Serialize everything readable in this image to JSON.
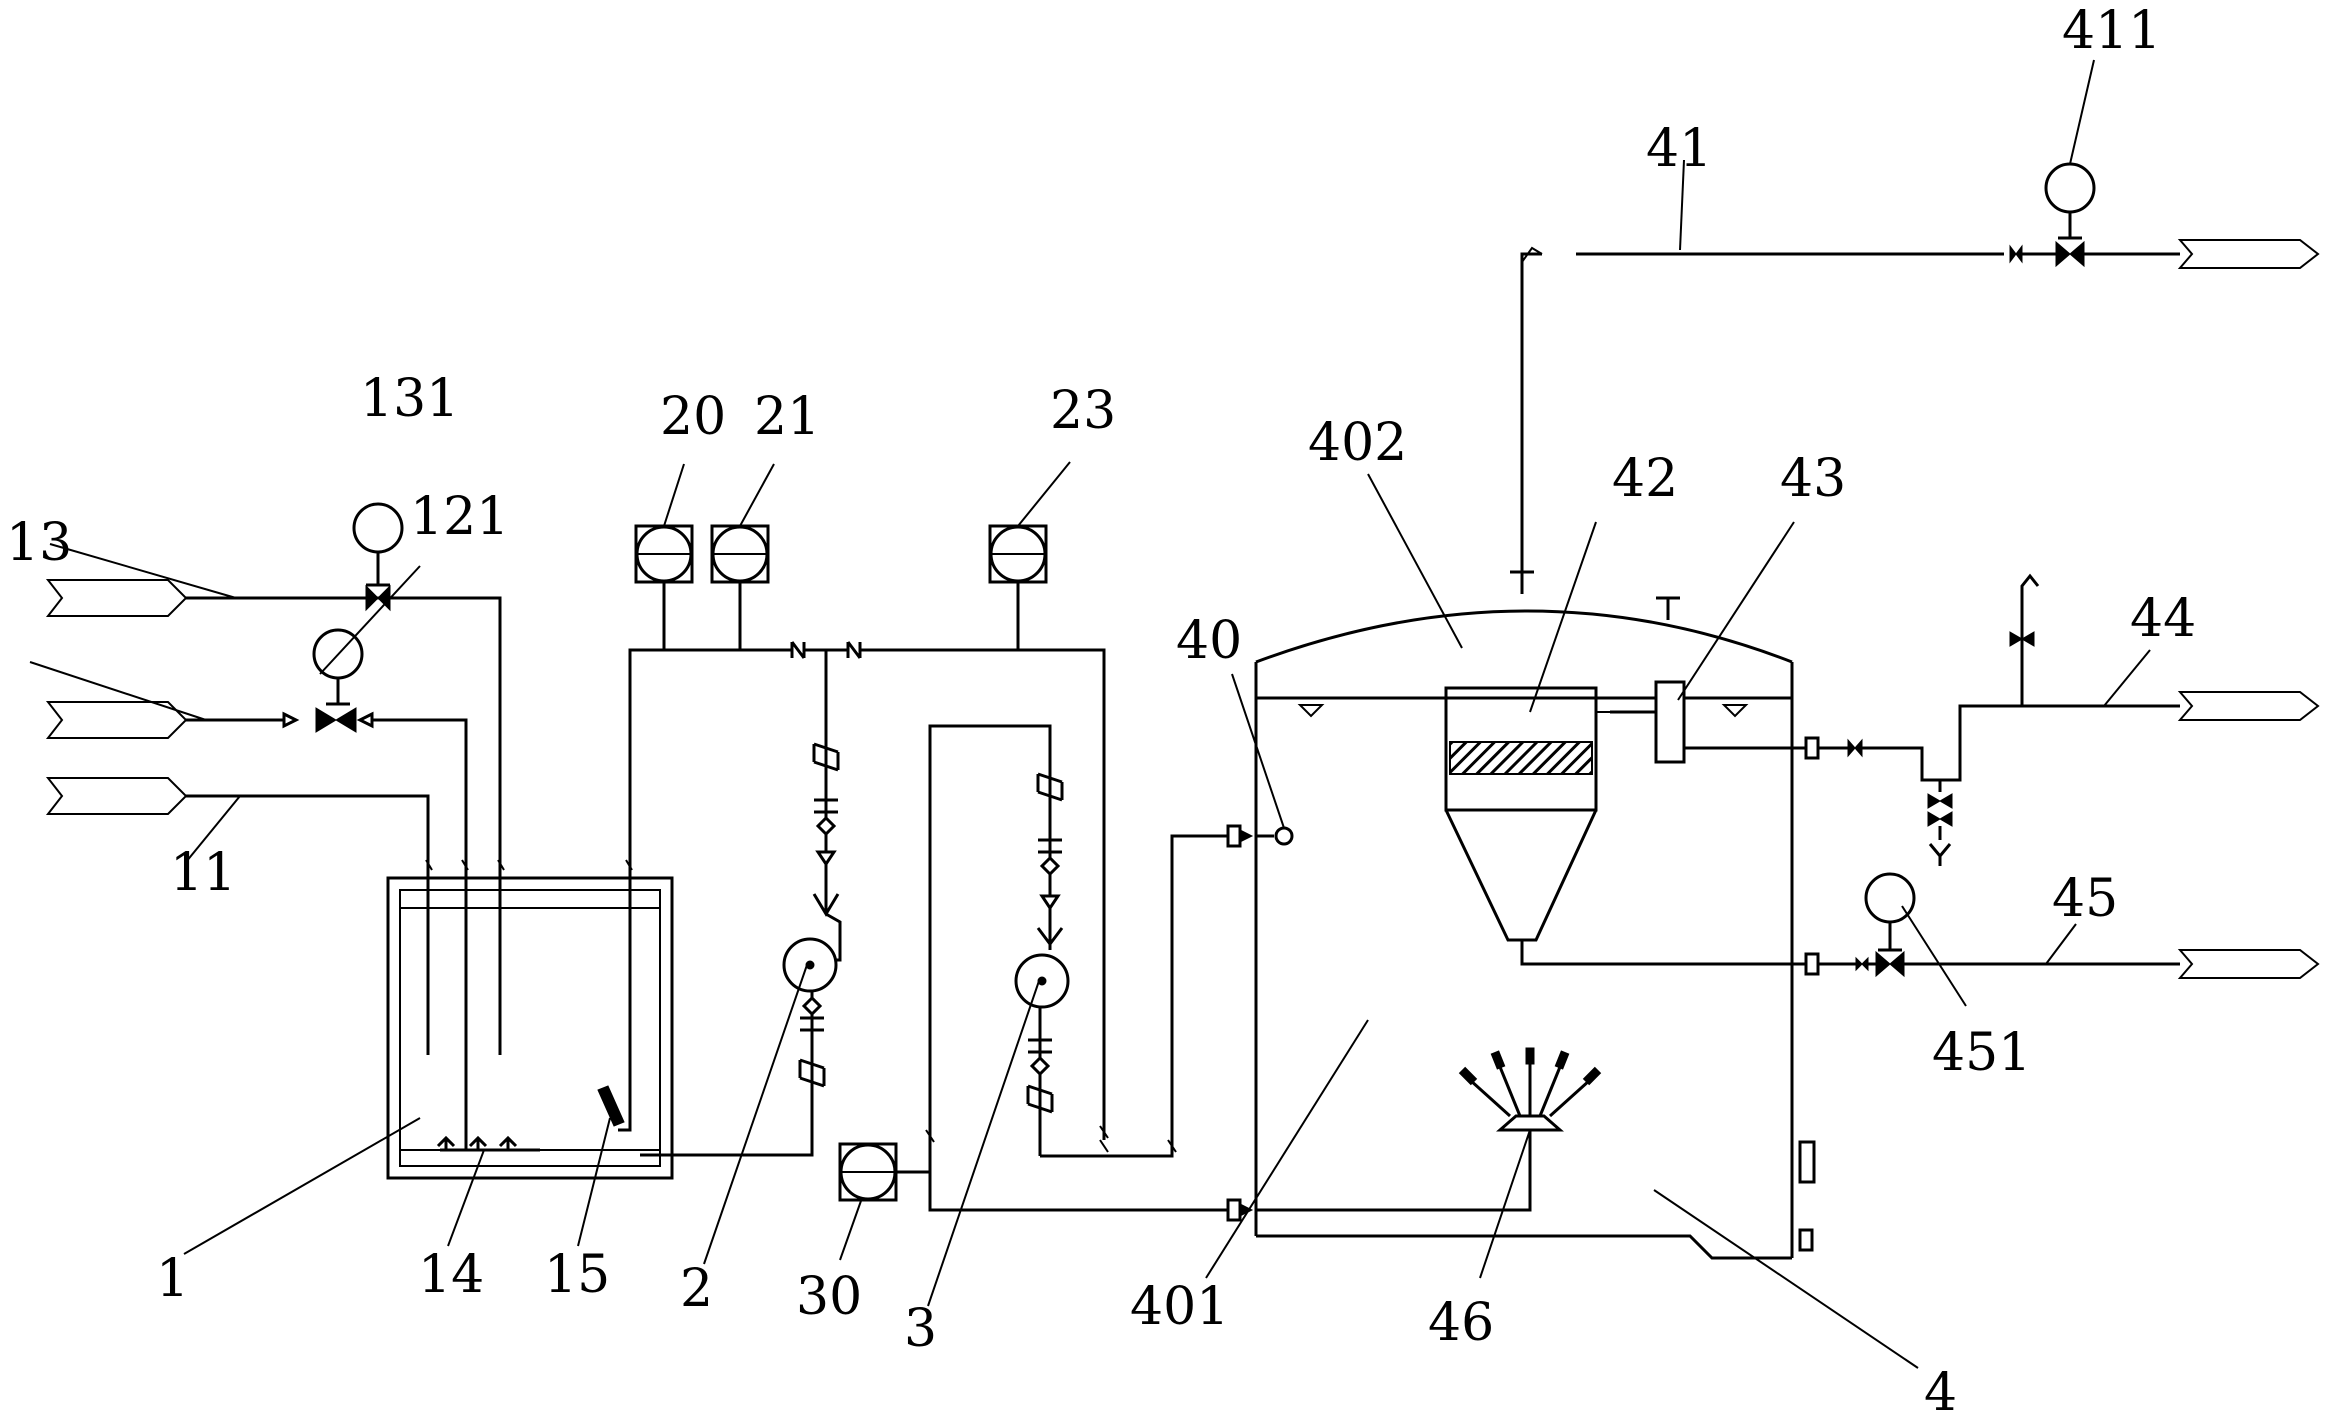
{
  "labels": {
    "l1": "1",
    "l2": "2",
    "l3": "3",
    "l4": "4",
    "l11": "11",
    "l13": "13",
    "l14": "14",
    "l15": "15",
    "l20": "20",
    "l21": "21",
    "l23": "23",
    "l30": "30",
    "l40": "40",
    "l41": "41",
    "l42": "42",
    "l43": "43",
    "l44": "44",
    "l45": "45",
    "l46": "46",
    "l121": "121",
    "l131": "131",
    "l401": "401",
    "l402": "402",
    "l411": "411",
    "l451": "451"
  }
}
